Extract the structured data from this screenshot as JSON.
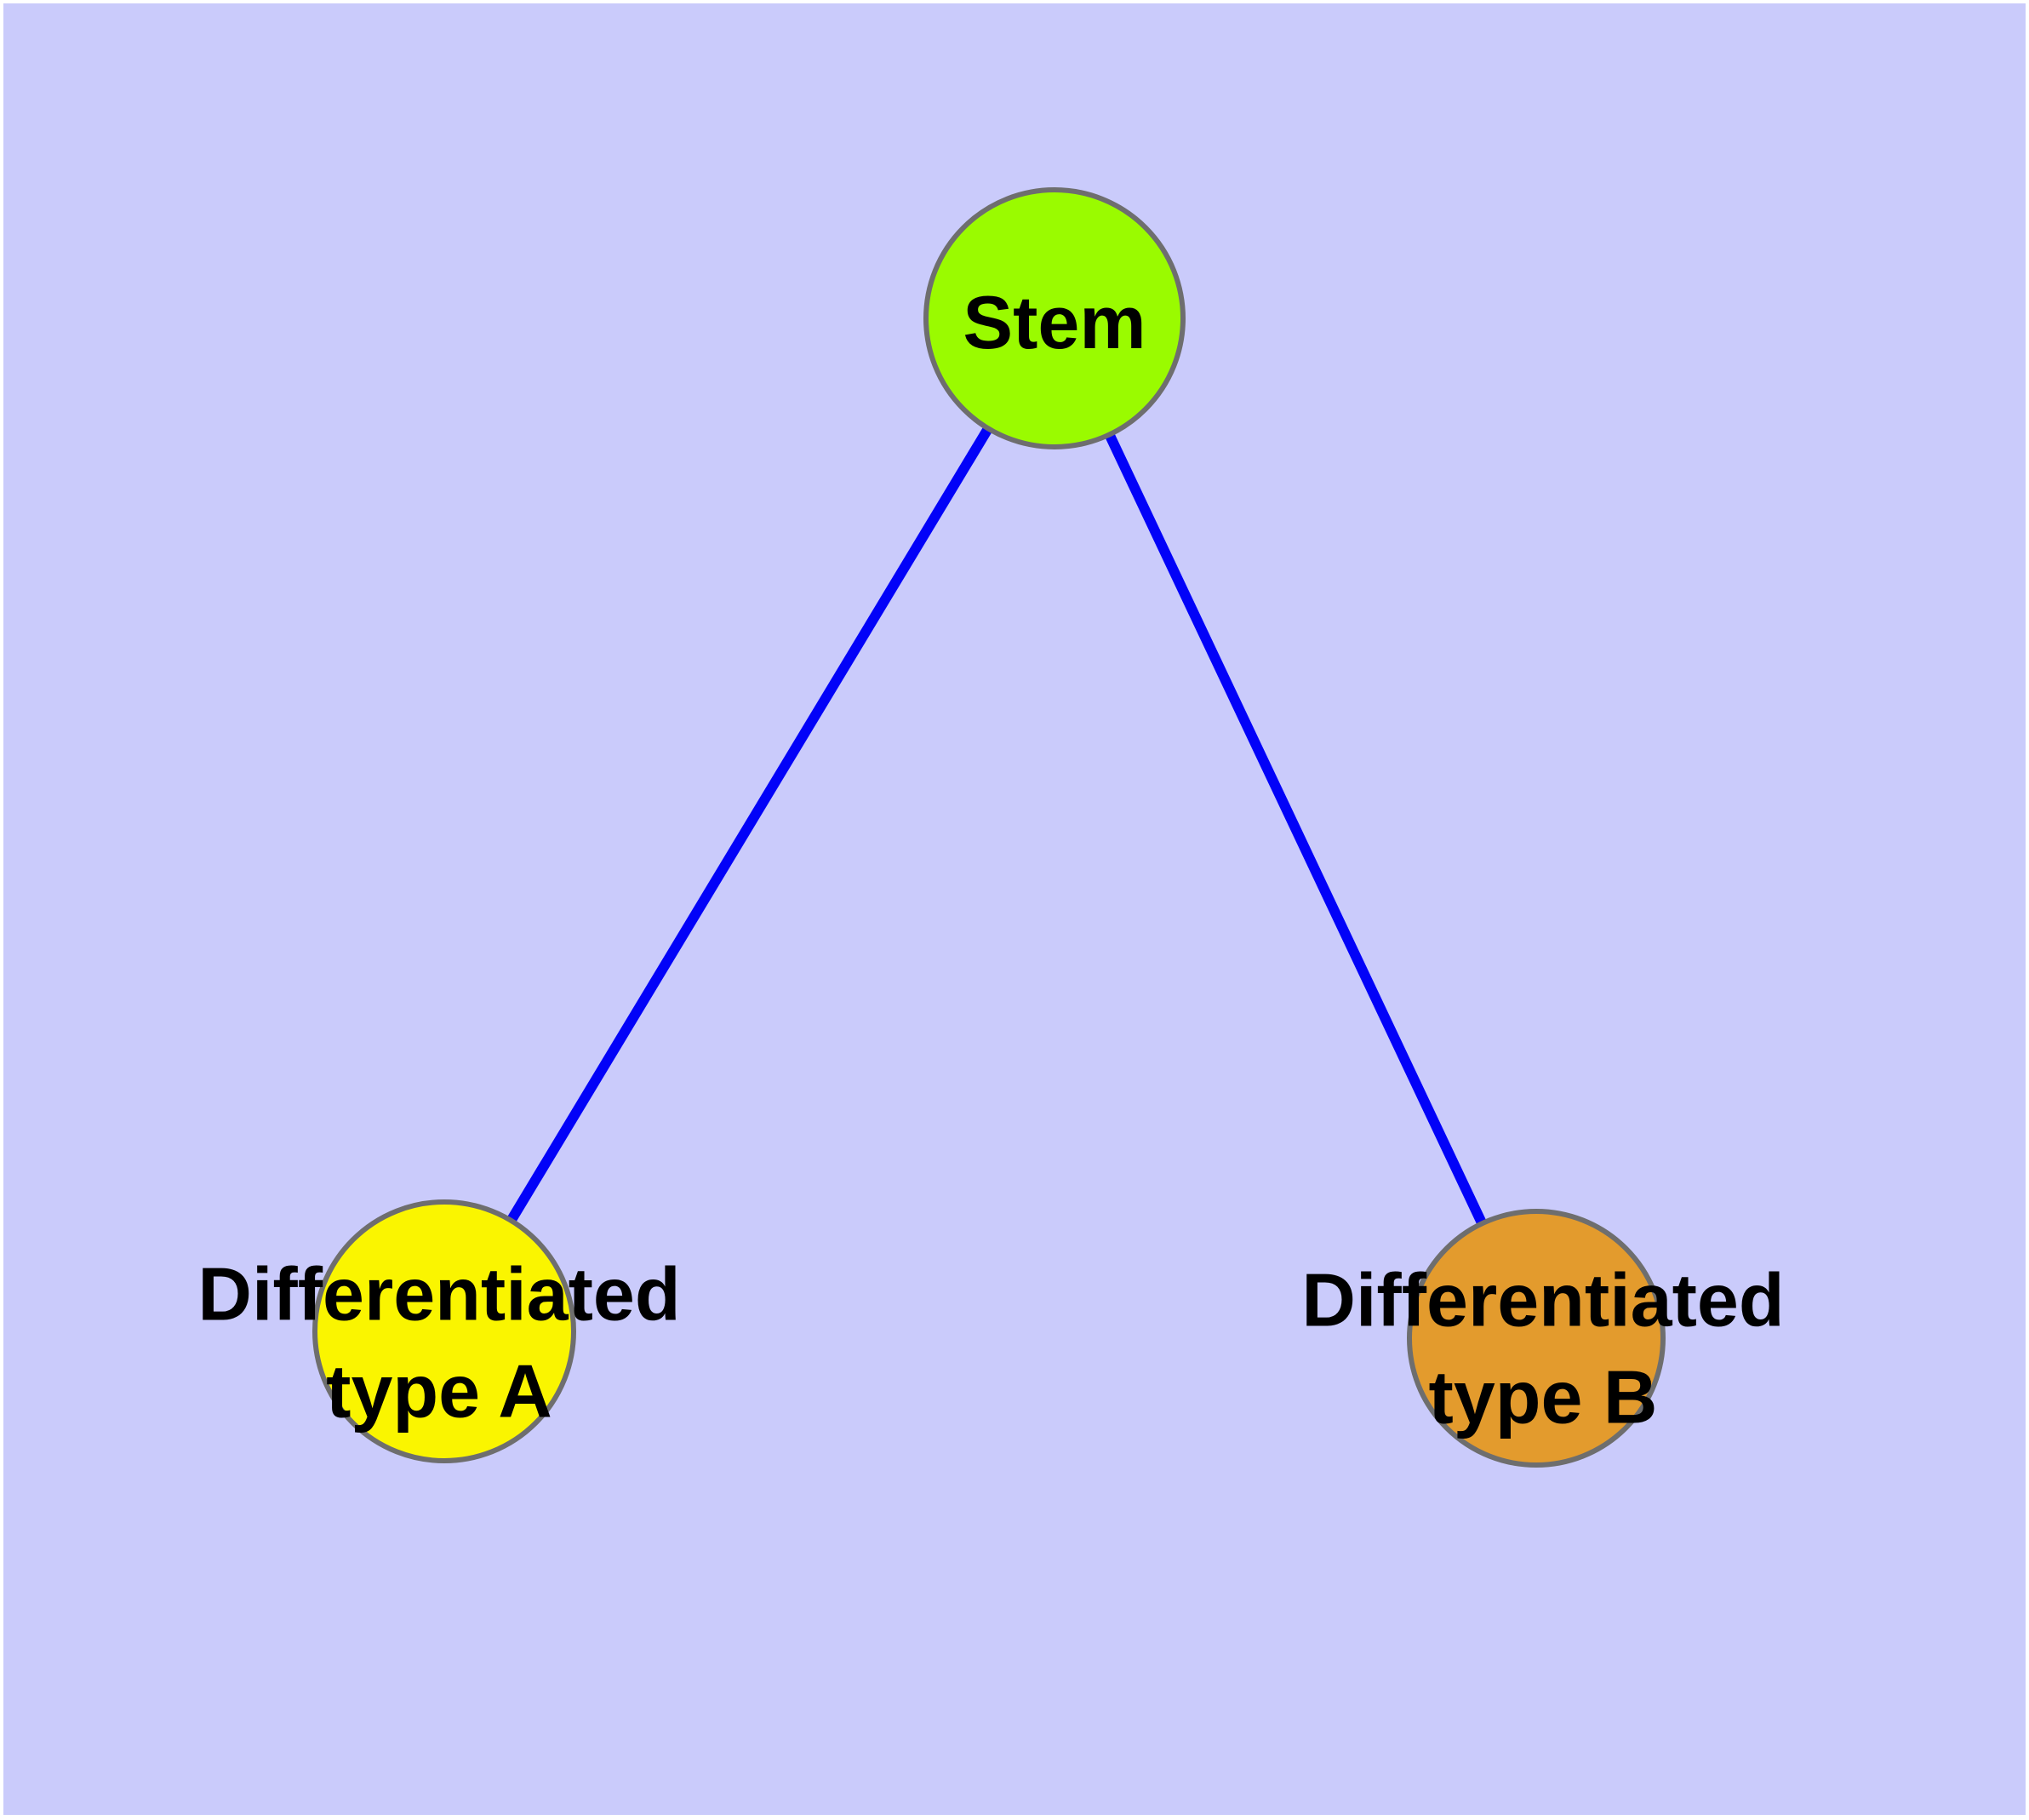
{
  "diagram": {
    "title": "cell differentiation graph",
    "background_color": "#CACBFB",
    "frame_color": "#FFFFFF",
    "edge_color": "#0202F8",
    "node_border_color": "#6E6E6E",
    "label_color": "#000000",
    "nodes": [
      {
        "id": "stem",
        "label": "Stem",
        "color": "#9AFB00"
      },
      {
        "id": "diff-a",
        "label": "Differentiated\ntype A",
        "color": "#FAF500"
      },
      {
        "id": "diff-b",
        "label": "Differentiated\ntype B",
        "color": "#E39B2D"
      }
    ],
    "edges": [
      {
        "from": "stem",
        "to": "diff-a"
      },
      {
        "from": "stem",
        "to": "diff-b"
      }
    ]
  }
}
